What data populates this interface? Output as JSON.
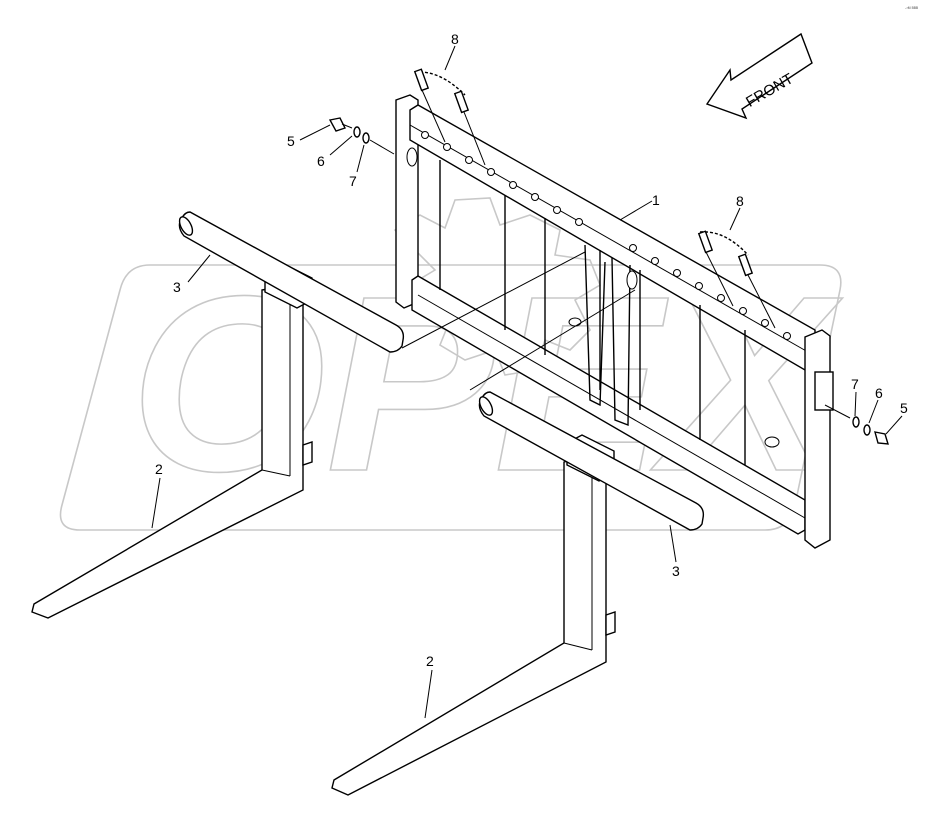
{
  "diagram": {
    "callouts": [
      {
        "id": "c1",
        "label": "1"
      },
      {
        "id": "c2a",
        "label": "2"
      },
      {
        "id": "c2b",
        "label": "2"
      },
      {
        "id": "c3a",
        "label": "3"
      },
      {
        "id": "c3b",
        "label": "3"
      },
      {
        "id": "c5a",
        "label": "5"
      },
      {
        "id": "c5b",
        "label": "5"
      },
      {
        "id": "c6a",
        "label": "6"
      },
      {
        "id": "c6b",
        "label": "6"
      },
      {
        "id": "c7a",
        "label": "7"
      },
      {
        "id": "c7b",
        "label": "7"
      },
      {
        "id": "c8a",
        "label": "8"
      },
      {
        "id": "c8b",
        "label": "8"
      }
    ],
    "direction_arrow": {
      "label": "FRONT"
    },
    "watermark": {
      "text": "OPEX"
    },
    "corner_mark": {
      "text": "·ʳᴹ ᴮᴮᴮ"
    }
  }
}
